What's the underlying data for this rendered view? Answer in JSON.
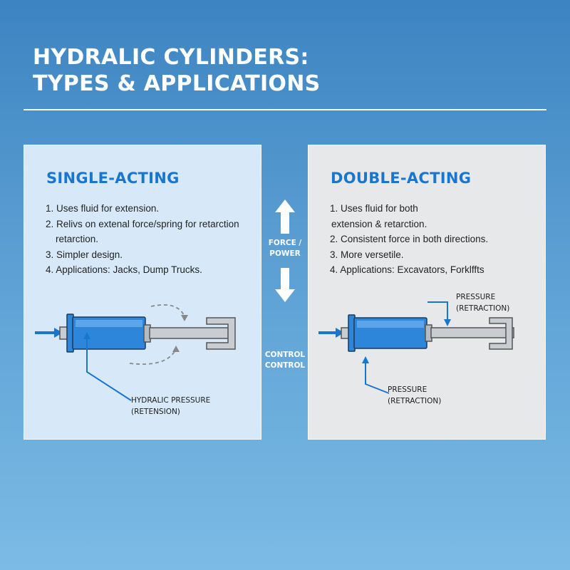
{
  "title": {
    "line1": "HYDRALIC CYLINDERS:",
    "line2": "TYPES & APPLICATIONS"
  },
  "colors": {
    "accent": "#1777cf",
    "cylinder_blue": "#2d86d9",
    "left_panel": "#d7e9f8",
    "right_panel": "#e7e8ea"
  },
  "center": {
    "force_label_line1": "FORCE /",
    "force_label_line2": "POWER",
    "control_label_line1": "CONTROL",
    "control_label_line2": "CONTROL",
    "up_arrow_icon": "arrow-up-icon",
    "down_arrow_icon": "arrow-down-icon"
  },
  "single_acting": {
    "heading": "SINGLE-ACTING",
    "points": [
      "1. Uses fluid for extension.",
      "2. Relivs on extenal force/spring for retarction",
      "   retarction.",
      "3. Simpler design.",
      "4. Applications: Jacks, Dump Trucks."
    ],
    "callout_line1": "HYDRALIC PRESSURE",
    "callout_line2": "(RETENSION)"
  },
  "double_acting": {
    "heading": "DOUBLE-ACTING",
    "points": [
      "1. Uses fluid for both",
      "   extension & retarction.",
      "2. Consistent force in both directions.",
      "3. More versetile.",
      "4. Applications: Excavators, Forklffts"
    ],
    "top_callout_line1": "PRESSURE",
    "top_callout_line2": "(RETRACTION)",
    "bottom_callout_line1": "PRESSURE",
    "bottom_callout_line2": "(RETRACTION)"
  }
}
